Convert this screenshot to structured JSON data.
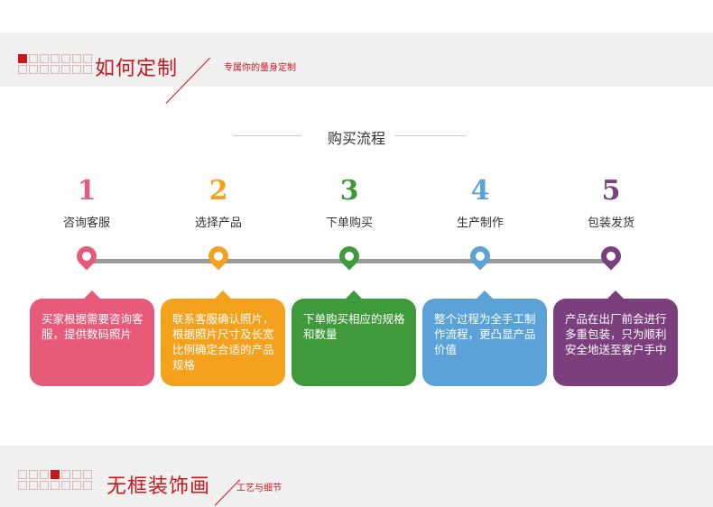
{
  "section_top": {
    "title": "如何定制",
    "subtitle": "专属你的量身定制",
    "grid_icon": "grid-squares-icon"
  },
  "heading": "购买流程",
  "steps": [
    {
      "num": "1",
      "label": "咨询客服",
      "desc": "买家根据需要咨询客服，提供数码照片",
      "color": "#e85a7a"
    },
    {
      "num": "2",
      "label": "选择产品",
      "desc": "联系客服确认照片，根据照片尺寸及长宽比例确定合适的产品规格",
      "color": "#f4a11e"
    },
    {
      "num": "3",
      "label": "下单购买",
      "desc": "下单购买相应的规格和数量",
      "color": "#3f9a3c"
    },
    {
      "num": "4",
      "label": "生产制作",
      "desc": "整个过程为全手工制作流程，更凸显产品价值",
      "color": "#5aa2d8"
    },
    {
      "num": "5",
      "label": "包装发货",
      "desc": "产品在出厂前会进行多重包装，只为顺利安全地送至客户手中",
      "color": "#7c3f7e"
    }
  ],
  "section_bottom": {
    "title": "无框装饰画",
    "subtitle": "工艺与细节",
    "grid_icon": "grid-squares-icon"
  },
  "colors": {
    "accent": "#c8171d",
    "band": "#f0f0f0",
    "timeline": "#9a9a9a"
  }
}
